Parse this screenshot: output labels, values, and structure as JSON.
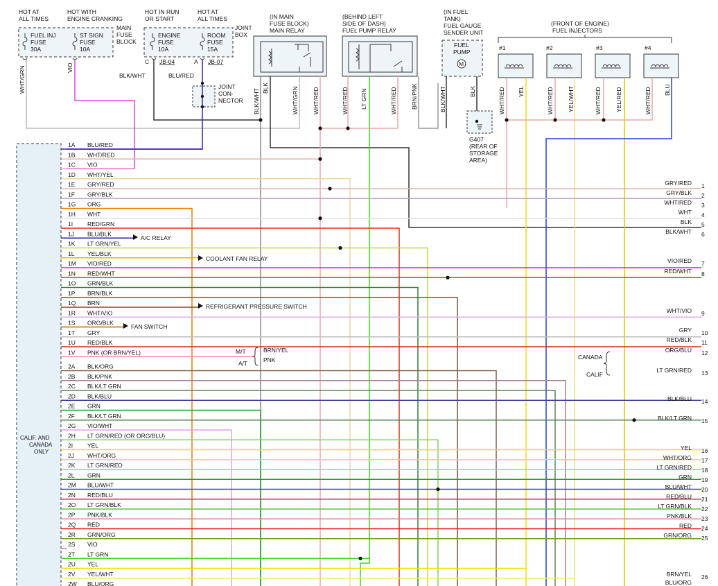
{
  "header": {
    "hot_at_all_times_1": [
      "HOT AT",
      "ALL TIMES"
    ],
    "hot_with_cranking": [
      "HOT WITH",
      "ENGINE CRANKING"
    ],
    "hot_in_run": [
      "HOT IN RUN",
      "OR START"
    ],
    "hot_at_all_times_2": [
      "HOT AT",
      "ALL TIMES"
    ],
    "main_fuse_block": [
      "MAIN",
      "FUSE",
      "BLOCK"
    ],
    "joint_box": [
      "JOINT",
      "BOX"
    ],
    "main_relay_loc": [
      "(IN MAIN",
      "FUSE BLOCK)",
      "MAIN RELAY"
    ],
    "pump_relay_loc": [
      "(BEHIND LEFT",
      "SIDE OF DASH)",
      "FUEL PUMP RELAY"
    ],
    "fuel_tank_loc": [
      "(IN FUEL",
      "TANK)",
      "FUEL GAUGE",
      "SENDER UNIT"
    ],
    "injectors_loc": [
      "(FRONT OF ENGINE)",
      "FUEL INJECTORS"
    ],
    "joint_connector": [
      "JOINT",
      "CON-",
      "NECTOR"
    ],
    "ground": [
      "G407",
      "(REAR OF",
      "STORAGE",
      "AREA)"
    ],
    "fuel_pump": [
      "FUEL",
      "PUMP"
    ],
    "motor_symbol": "M",
    "injector_numbers": [
      "#1",
      "#2",
      "#3",
      "#4"
    ],
    "ecm_note": [
      "CALIF. AND",
      "CANADA",
      "ONLY"
    ]
  },
  "fuses": [
    {
      "name": [
        "FUEL INJ",
        "FUSE",
        "30A"
      ]
    },
    {
      "name": [
        "ST SIGN",
        "FUSE",
        "10A"
      ]
    },
    {
      "name": [
        "ENGINE",
        "FUSE",
        "10A"
      ]
    },
    {
      "name": [
        "ROOM",
        "FUSE",
        "15A"
      ]
    }
  ],
  "jb_labels": {
    "c": "C",
    "jb04": "JB-04",
    "a": "A",
    "jb07": "JB-07"
  },
  "top_wire_labels": [
    "WHT/GRN",
    "VIO",
    "BLK/WHT",
    "BLU/RED",
    "BLK/WHT",
    "BLK",
    "WHT/GRN",
    "WHT/RED",
    "WHT/RED",
    "LT GRN",
    "WHT/RED",
    "BRN/PNK",
    "BLK/WHT",
    "BLK",
    "WHT/RED",
    "YEL",
    "WHT/RED",
    "YEL/WHT",
    "WHT/RED",
    "YEL/RED",
    "WHT/RED",
    "BLU"
  ],
  "ecm_pins": [
    {
      "pin": "1A",
      "label": "BLU/RED",
      "color": "#3b1fb3"
    },
    {
      "pin": "1B",
      "label": "WHT/RED",
      "color": "#e8a9a9"
    },
    {
      "pin": "1C",
      "label": "VIO",
      "color": "#f2a9d6"
    },
    {
      "pin": "1D",
      "label": "WHT/YEL",
      "color": "#e8d9a0"
    },
    {
      "pin": "1E",
      "label": "GRY/RED",
      "color": "#d9b3b3"
    },
    {
      "pin": "1F",
      "label": "GRY/BLK",
      "color": "#c8a0c8"
    },
    {
      "pin": "1G",
      "label": "ORG",
      "color": "#ee7a00"
    },
    {
      "pin": "1H",
      "label": "WHT",
      "color": "#dddddd"
    },
    {
      "pin": "1I",
      "label": "RED/GRN",
      "color": "#e03010"
    },
    {
      "pin": "1J",
      "label": "BLU/BLK",
      "color": "#2020a0"
    },
    {
      "pin": "1K",
      "label": "LT GRN/YEL",
      "color": "#c0d840"
    },
    {
      "pin": "1L",
      "label": "YEL/BLK",
      "color": "#d4c000"
    },
    {
      "pin": "1M",
      "label": "VIO/RED",
      "color": "#e020a0"
    },
    {
      "pin": "1N",
      "label": "RED/WHT",
      "color": "#e04040"
    },
    {
      "pin": "1O",
      "label": "GRN/BLK",
      "color": "#308030"
    },
    {
      "pin": "1P",
      "label": "BRN/BLK",
      "color": "#805030"
    },
    {
      "pin": "1Q",
      "label": "BRN",
      "color": "#805000"
    },
    {
      "pin": "1R",
      "label": "WHT/VIO",
      "color": "#d8b0e0"
    },
    {
      "pin": "1S",
      "label": "ORG/BLK",
      "color": "#c06000"
    },
    {
      "pin": "1T",
      "label": "GRY",
      "color": "#bbbbbb"
    },
    {
      "pin": "1U",
      "label": "RED/BLK",
      "color": "#c03010"
    },
    {
      "pin": "1V",
      "label": "PNK (OR BRN/YEL)",
      "color": "#f28cb0"
    },
    {
      "pin": "2A",
      "label": "BLK/ORG",
      "color": "#806040"
    },
    {
      "pin": "2B",
      "label": "BLK/PNK",
      "color": "#a08090"
    },
    {
      "pin": "2C",
      "label": "BLK/LT GRN",
      "color": "#608060"
    },
    {
      "pin": "2D",
      "label": "BLK/BLU",
      "color": "#404090"
    },
    {
      "pin": "2E",
      "label": "GRN",
      "color": "#20a020"
    },
    {
      "pin": "2F",
      "label": "BLK/LT GRN",
      "color": "#508050"
    },
    {
      "pin": "2G",
      "label": "VIO/WHT",
      "color": "#e0a0e8"
    },
    {
      "pin": "2H",
      "label": "LT GRN/RED (OR ORG/BLU)",
      "color": "#80d060"
    },
    {
      "pin": "2I",
      "label": "YEL",
      "color": "#f0e000"
    },
    {
      "pin": "2J",
      "label": "WHT/ORG",
      "color": "#f0c8a0"
    },
    {
      "pin": "2K",
      "label": "LT GRN/RED",
      "color": "#a0d070"
    },
    {
      "pin": "2L",
      "label": "GRN",
      "color": "#20a020"
    },
    {
      "pin": "2M",
      "label": "BLU/WHT",
      "color": "#4040e0"
    },
    {
      "pin": "2N",
      "label": "RED/BLU",
      "color": "#e02050"
    },
    {
      "pin": "2O",
      "label": "LT GRN/BLK",
      "color": "#60c040"
    },
    {
      "pin": "2P",
      "label": "PNK/BLK",
      "color": "#e08098"
    },
    {
      "pin": "2Q",
      "label": "RED",
      "color": "#e01010"
    },
    {
      "pin": "2R",
      "label": "GRN/ORG",
      "color": "#70a030"
    },
    {
      "pin": "2S",
      "label": "VIO",
      "color": "#e060e0"
    },
    {
      "pin": "2T",
      "label": "LT GRN",
      "color": "#40d020"
    },
    {
      "pin": "2U",
      "label": "YEL",
      "color": "#f0e000"
    },
    {
      "pin": "2V",
      "label": "YEL/WHT",
      "color": "#f0e860"
    },
    {
      "pin": "2W",
      "label": "BLU/ORG",
      "color": "#3060c0"
    }
  ],
  "right_wires": [
    {
      "num": "1",
      "label": "GRY/RED"
    },
    {
      "num": "2",
      "label": "GRY/BLK"
    },
    {
      "num": "3",
      "label": "WHT/RED"
    },
    {
      "num": "4",
      "label": "WHT"
    },
    {
      "num": "5",
      "label": "BLK"
    },
    {
      "num": "6",
      "label": "BLK/WHT"
    },
    {
      "num": "7",
      "label": "VIO/RED"
    },
    {
      "num": "8",
      "label": "RED/WHT"
    },
    {
      "num": "9",
      "label": "WHT/VIO"
    },
    {
      "num": "10",
      "label": "GRY"
    },
    {
      "num": "11",
      "label": "RED/BLK"
    },
    {
      "num": "12",
      "label": "ORG/BLU"
    },
    {
      "num": "13",
      "label": "LT GRN/RED"
    },
    {
      "num": "14",
      "label": "BLK/BLU"
    },
    {
      "num": "15",
      "label": "BLK/LT GRN"
    },
    {
      "num": "16",
      "label": "YEL"
    },
    {
      "num": "17",
      "label": "WHT/ORG"
    },
    {
      "num": "18",
      "label": "LT GRN/RED"
    },
    {
      "num": "19",
      "label": "GRN"
    },
    {
      "num": "20",
      "label": "BLU/WHT"
    },
    {
      "num": "21",
      "label": "RED/BLU"
    },
    {
      "num": "22",
      "label": "LT GRN/BLK"
    },
    {
      "num": "23",
      "label": "PNK/BLK"
    },
    {
      "num": "24",
      "label": "RED"
    },
    {
      "num": "25",
      "label": "GRN/ORG"
    },
    {
      "num": "26",
      "label": "BRN/YEL"
    },
    {
      "num": "",
      "label": "BLU/ORG"
    }
  ],
  "inline_components": {
    "ac_relay": "A/C RELAY",
    "coolant_fan_relay": "COOLANT FAN RELAY",
    "refrigerant_switch": "REFRIGERANT PRESSURE SWITCH",
    "fan_switch": "FAN SWITCH",
    "mt": "M/T",
    "at": "A/T",
    "mt_wire": "BRN/YEL",
    "at_wire": "PNK",
    "canada": "CANADA",
    "calif": "CALIF"
  }
}
